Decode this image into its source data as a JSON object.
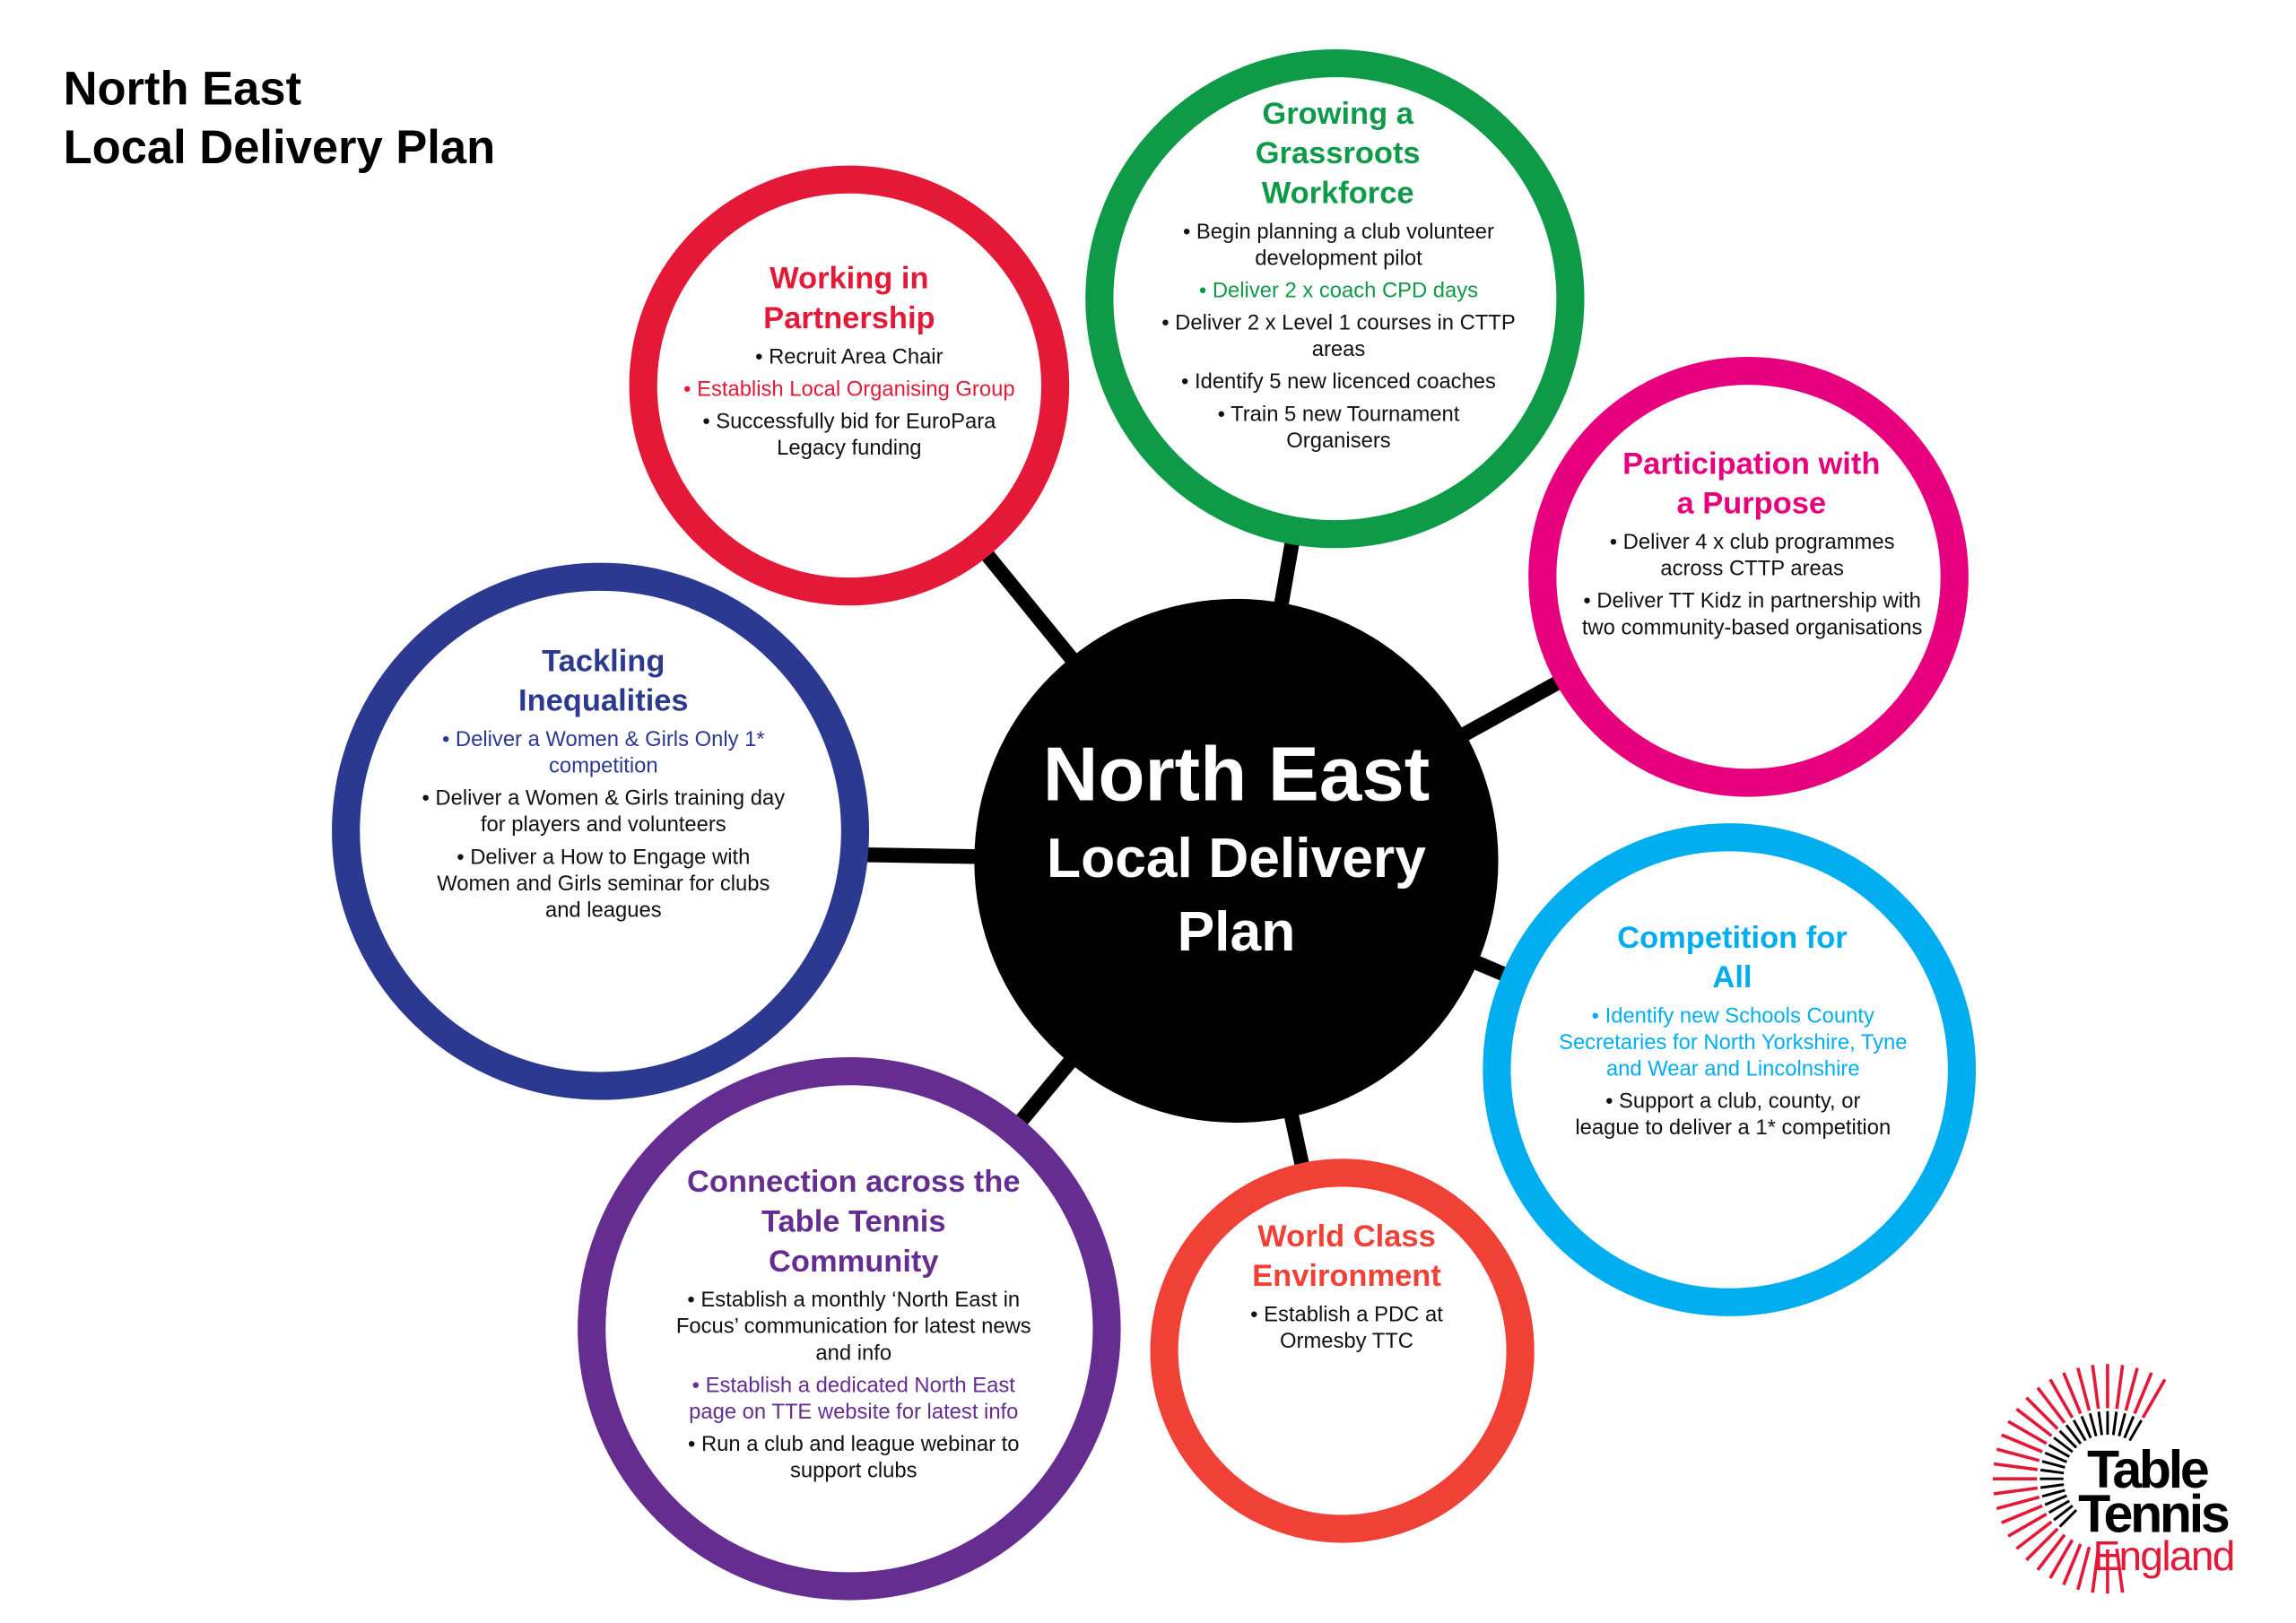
{
  "title": {
    "line1": "North East",
    "line2": "Local Delivery Plan"
  },
  "center": {
    "line1": "North East",
    "line2": "Local Delivery",
    "line3": "Plan"
  },
  "colors": {
    "partnership": "#e31937",
    "grassroots": "#0f9a48",
    "participation": "#e6007e",
    "inequalities": "#2b3990",
    "competition": "#00aeef",
    "world_class": "#ef4136",
    "connection": "#662d91",
    "center": "#000000"
  },
  "circles": {
    "partnership": {
      "heading": "Working in Partnership",
      "items": [
        "• Recruit Area Chair",
        "• Establish Local Organising Group",
        "• Successfully bid for EuroPara Legacy funding"
      ]
    },
    "grassroots": {
      "heading": "Growing a Grassroots Workforce",
      "items": [
        "• Begin planning a club volunteer development pilot",
        "• Deliver 2 x coach CPD days",
        "• Deliver 2 x Level 1 courses in CTTP areas",
        "• Identify 5 new licenced coaches",
        "• Train 5 new Tournament Organisers"
      ]
    },
    "participation": {
      "heading": "Participation with a Purpose",
      "items": [
        "• Deliver 4 x club programmes across CTTP areas",
        "• Deliver TT Kidz in partnership with two community-based organisations"
      ]
    },
    "inequalities": {
      "heading": "Tackling Inequalities",
      "items": [
        "• Deliver a Women & Girls Only 1* competition",
        "• Deliver a Women & Girls training day for players and volunteers",
        "• Deliver a How to Engage with Women and Girls seminar for clubs and leagues"
      ]
    },
    "competition": {
      "heading": "Competition for All",
      "items": [
        "• Identify new Schools County Secretaries for North Yorkshire, Tyne and Wear and Lincolnshire",
        "• Support a club, county, or league to deliver a 1* competition"
      ]
    },
    "world_class": {
      "heading": "World Class Environment",
      "items": [
        "• Establish a PDC at Ormesby TTC"
      ]
    },
    "connection": {
      "heading": "Connection across the Table Tennis Community",
      "items": [
        "• Establish a monthly ‘North East in Focus’ communication for latest news and info",
        "• Establish a dedicated North East page on TTE website for latest info",
        "• Run a club and league webinar to support clubs"
      ]
    }
  },
  "logo": {
    "line1": "Table",
    "line2": "Tennis",
    "line3": "England"
  }
}
